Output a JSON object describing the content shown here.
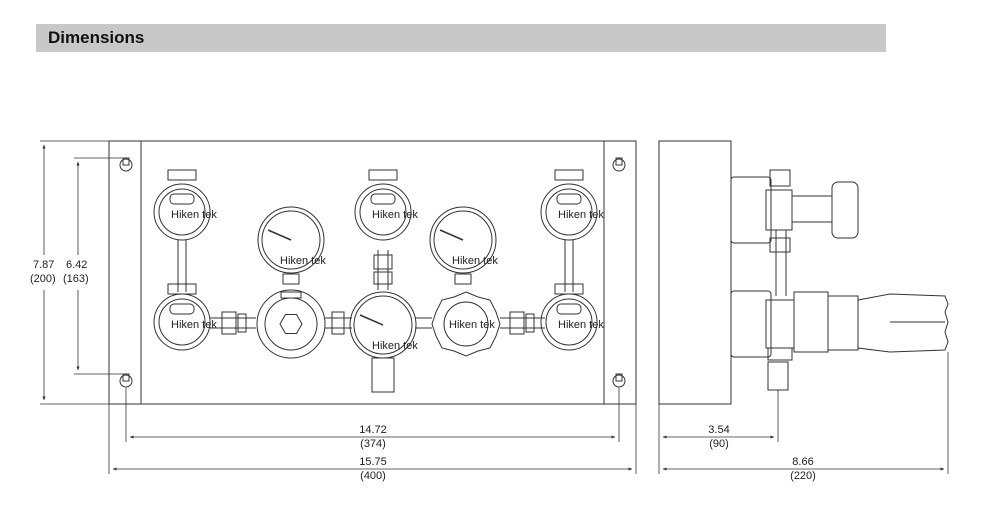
{
  "header": {
    "title": "Dimensions"
  },
  "gauge_brand": "Hiken tek",
  "dimensions": {
    "overall_height": {
      "in": "7.87",
      "mm": "(200)"
    },
    "mount_height": {
      "in": "6.42",
      "mm": "(163)"
    },
    "mount_width": {
      "in": "14.72",
      "mm": "(374)"
    },
    "overall_width": {
      "in": "15.75",
      "mm": "(400)"
    },
    "side_offset": {
      "in": "3.54",
      "mm": "(90)"
    },
    "overall_depth": {
      "in": "8.66",
      "mm": "(220)"
    }
  },
  "colors": {
    "line": "#333333",
    "header_bg": "#c8c8c8"
  }
}
